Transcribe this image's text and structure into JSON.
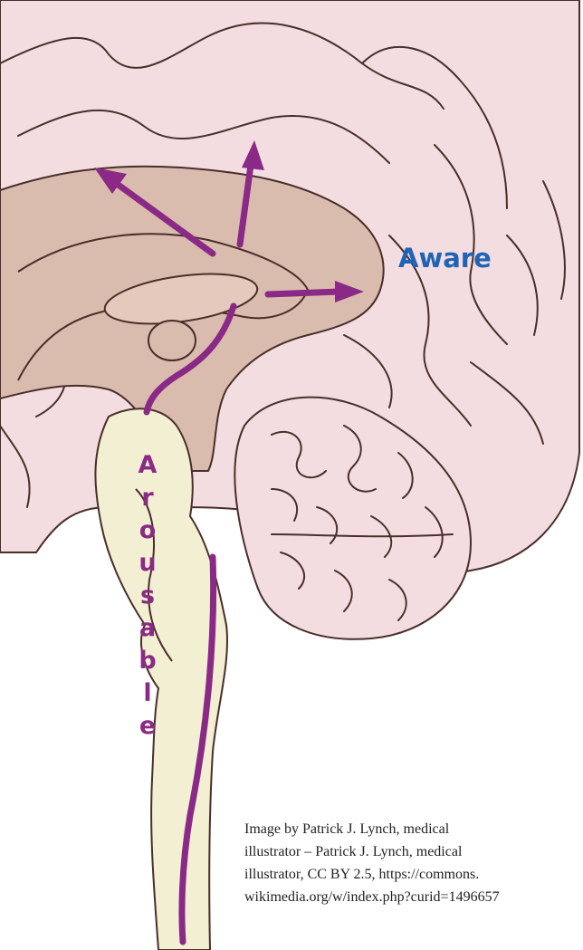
{
  "labels": {
    "aware": "Aware",
    "arousable": [
      "A",
      "r",
      "o",
      "u",
      "s",
      "a",
      "b",
      "l",
      "e"
    ]
  },
  "credit": {
    "lines": [
      "Image by Patrick J. Lynch, medical",
      "illustrator – Patrick J. Lynch, medical",
      "illustrator, CC BY 2.5, https://commons.",
      "wikimedia.org/w/index.php?curid=1496657"
    ]
  },
  "colors": {
    "cortex": "#f3dde0",
    "deep_tissue": "#d9bcae",
    "brainstem": "#f2efd2",
    "outline": "#4a2e2a",
    "arrow": "#8a2a86",
    "aware_text": "#1f64b5",
    "arousable_text": "#8a2a86"
  }
}
